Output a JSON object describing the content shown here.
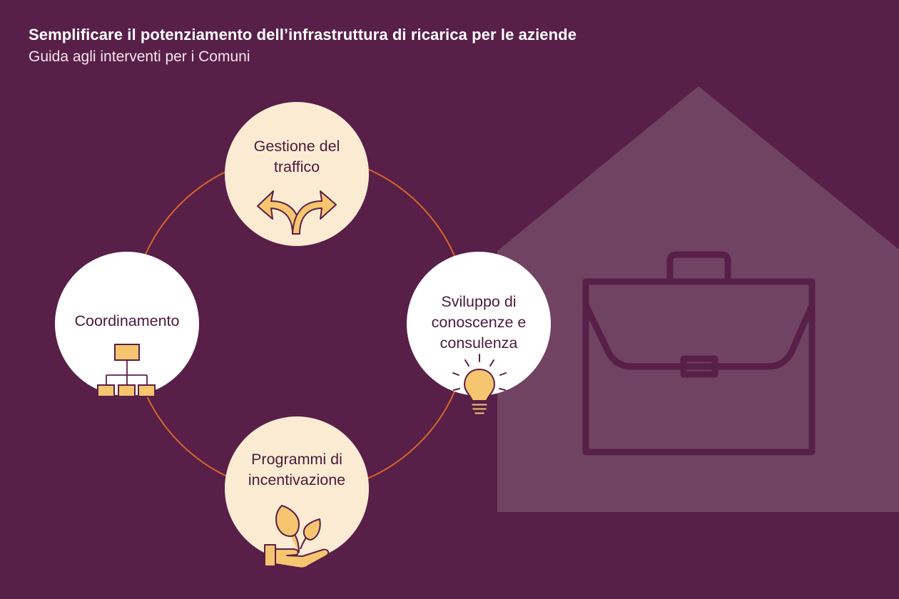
{
  "header": {
    "title": "Semplificare il potenziamento dell’infrastruttura di ricarica per le aziende",
    "subtitle": "Guida agli interventi per i Comuni"
  },
  "nodes": {
    "top": {
      "label_line1": "Gestione del",
      "label_line2": "traffico",
      "icon": "diverging-arrows-icon"
    },
    "right": {
      "label_line1": "Sviluppo di",
      "label_line2": "conoscenze e",
      "label_line3": "consulenza",
      "icon": "lightbulb-icon"
    },
    "bottom": {
      "label_line1": "Programmi di",
      "label_line2": "incentivazione",
      "icon": "hand-with-plant-icon"
    },
    "left": {
      "label_line1": "Coordinamento",
      "icon": "org-chart-icon"
    }
  },
  "illustration": {
    "icons": [
      "house-icon",
      "briefcase-icon"
    ]
  },
  "colors": {
    "background": "#581f48",
    "house": "#714363",
    "briefcase_stroke": "#581f48",
    "ring": "#d9662a",
    "circle_light": "#fbebd2",
    "circle_white": "#ffffff",
    "icon_fill": "#f6c56f",
    "icon_stroke": "#581f48"
  }
}
